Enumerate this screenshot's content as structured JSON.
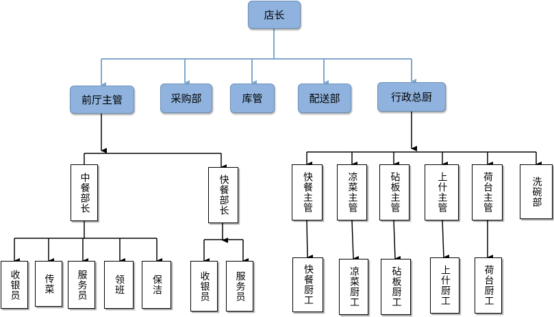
{
  "root": {
    "label": "店长"
  },
  "level1": [
    {
      "id": "qianting",
      "label": "前厅主管"
    },
    {
      "id": "caigou",
      "label": "采购部"
    },
    {
      "id": "kuguan",
      "label": "库管"
    },
    {
      "id": "peisong",
      "label": "配送部"
    },
    {
      "id": "xingzheng",
      "label": "行政总厨"
    }
  ],
  "front_managers": [
    {
      "id": "zhongcan",
      "label": "中餐部长",
      "staff": [
        "收银员",
        "传菜",
        "服务员",
        "领班",
        "保洁"
      ]
    },
    {
      "id": "kuaican",
      "label": "快餐部长",
      "staff": [
        "收银员",
        "服务员"
      ]
    }
  ],
  "kitchen_supervisors": [
    {
      "id": "kuaican-zhuguan",
      "label": "快餐主管",
      "staff": "快餐厨工"
    },
    {
      "id": "liangcai-zhuguan",
      "label": "凉菜主管",
      "staff": "凉菜厨工"
    },
    {
      "id": "zhanban-zhuguan",
      "label": "砧板主管",
      "staff": "砧板厨工"
    },
    {
      "id": "shangshi-zhuguan",
      "label": "上什主管",
      "staff": "上什厨工"
    },
    {
      "id": "hetai-zhuguan",
      "label": "荷台主管",
      "staff": "荷台厨工"
    },
    {
      "id": "xiwan",
      "label": "洗碗部",
      "staff": null
    }
  ],
  "colors": {
    "box_fill": "#8fb3de",
    "connector": "#7ea6cf",
    "line": "#000000"
  }
}
